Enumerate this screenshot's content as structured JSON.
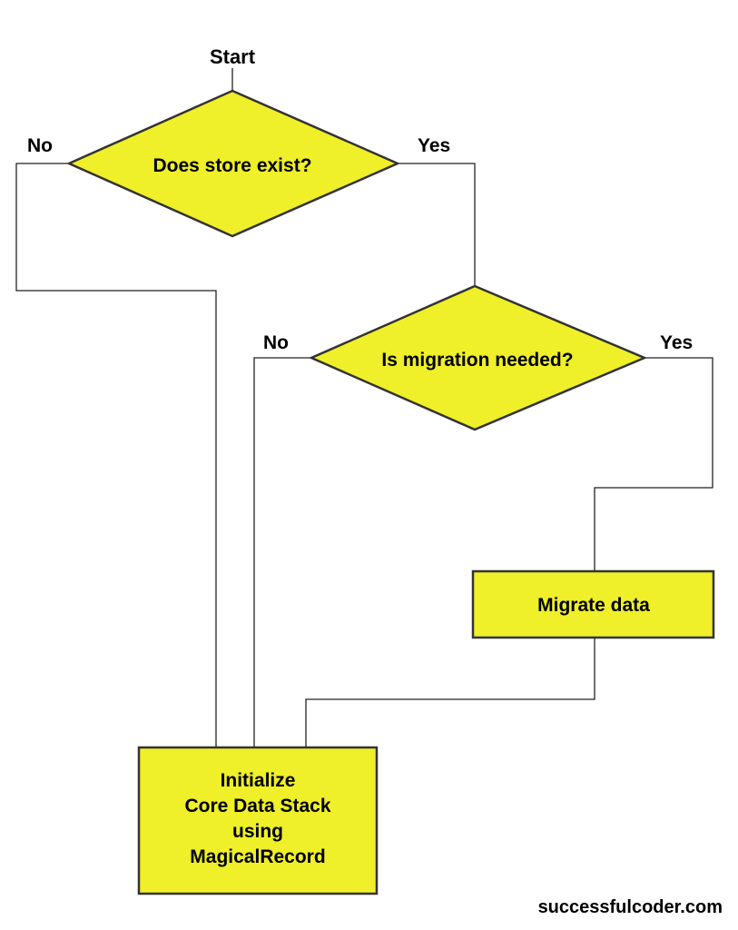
{
  "colors": {
    "shape_fill": "#efef2a",
    "shape_stroke": "#333333",
    "line": "#222222",
    "text": "#000000",
    "background": "#ffffff"
  },
  "labels": {
    "start": "Start",
    "decision1": "Does store exist?",
    "decision1_no": "No",
    "decision1_yes": "Yes",
    "decision2": "Is migration needed?",
    "decision2_no": "No",
    "decision2_yes": "Yes",
    "migrate": "Migrate data",
    "init_lines": [
      "Initialize",
      "Core Data Stack",
      "using",
      "MagicalRecord"
    ],
    "footer": "successfulcoder.com"
  }
}
